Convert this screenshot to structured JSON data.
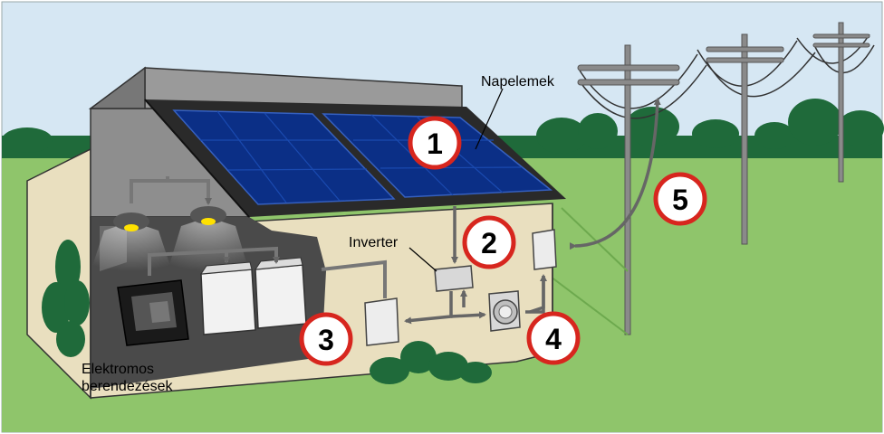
{
  "labels": {
    "solar_panels": "Napelemek",
    "inverter": "Inverter",
    "appliances_line1": "Elektromos",
    "appliances_line2": "berendezések"
  },
  "markers": [
    "1",
    "2",
    "3",
    "4",
    "5"
  ],
  "colors": {
    "sky": "#d6e7f3",
    "grass": "#8fc56b",
    "trees": "#1f6a3a",
    "panel": "#0b2f86",
    "roof": "#2a2a2a",
    "house_wall": "#e9dfbf",
    "marker_ring": "#d7261e",
    "arrow": "#666666"
  }
}
